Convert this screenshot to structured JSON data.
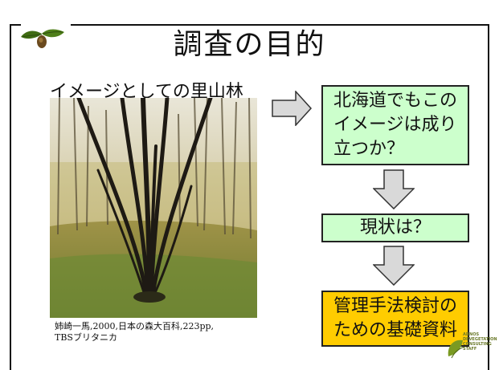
{
  "slide": {
    "title": "調査の目的",
    "subtitle": "イメージとしての里山林",
    "photo_caption": "姉崎一馬,2000,日本の森大百科,223pp,\nTBSブリタニカ",
    "boxes": [
      {
        "text": "北海道でもこの\nイメージは成り\n立つか？",
        "color": "#ccffcc"
      },
      {
        "text": "現状は？",
        "color": "#ccffcc"
      },
      {
        "text": "管理手法検討の\nための基礎資料",
        "color": "#ffcc00"
      }
    ],
    "logo_text": "ADNOS\nDEVEGETATION\nCONSULTING\nSTAFF",
    "icons": [
      "sprout-icon",
      "forest-photo",
      "right-arrow",
      "down-arrow",
      "leaf-logo"
    ]
  }
}
